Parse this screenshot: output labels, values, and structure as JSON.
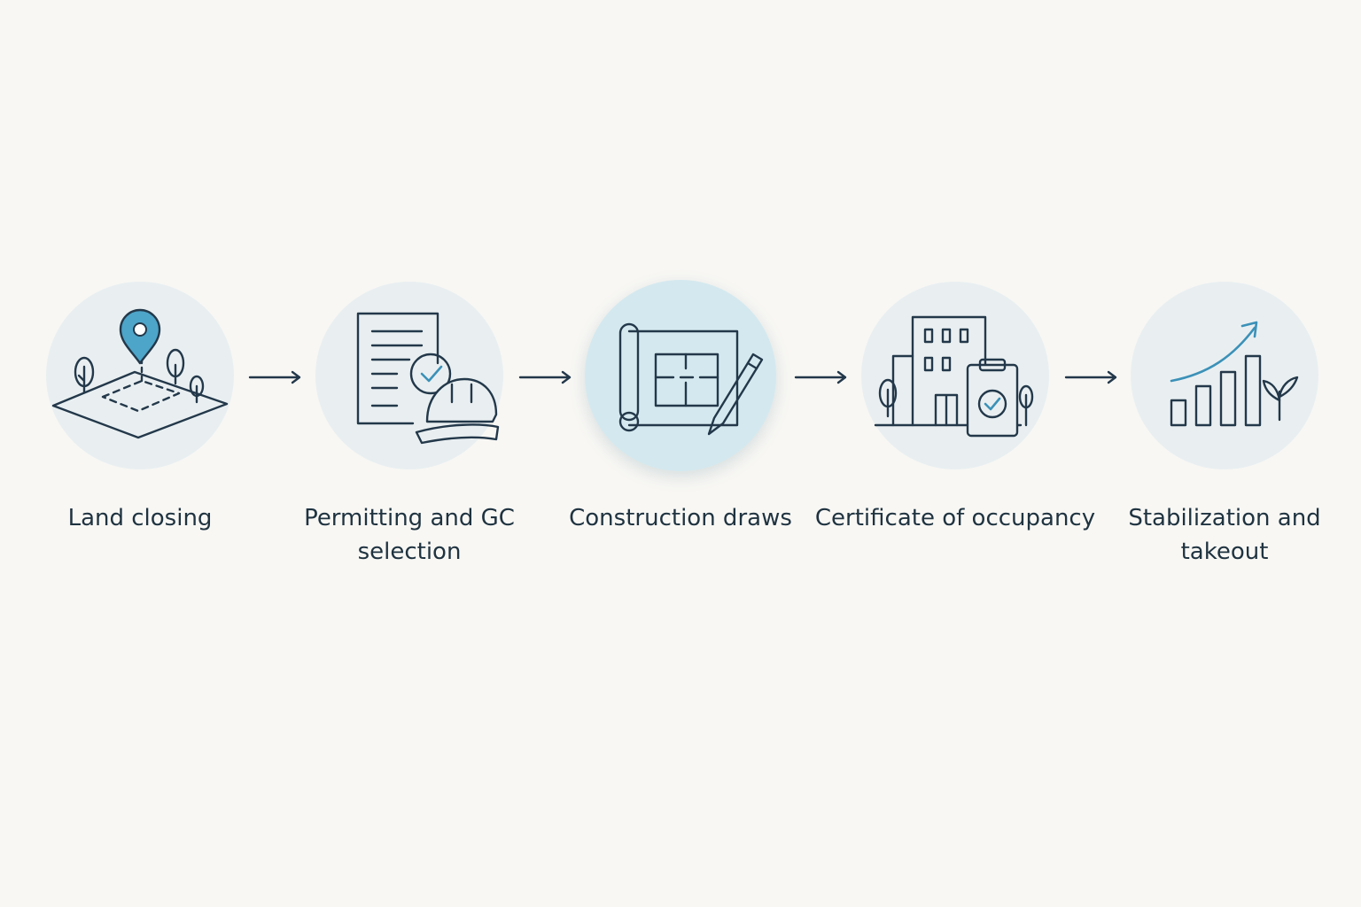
{
  "steps": [
    {
      "label": "Land closing",
      "icon": "land-parcel-map-pin-icon"
    },
    {
      "label": "Permitting and GC selection",
      "icon": "permit-document-hardhat-icon"
    },
    {
      "label": "Construction draws",
      "icon": "blueprint-pencil-icon",
      "highlighted": true
    },
    {
      "label": "Certificate of occupancy",
      "icon": "building-clipboard-check-icon"
    },
    {
      "label": "Stabilization and takeout",
      "icon": "growth-bar-chart-icon"
    }
  ],
  "colors": {
    "background": "#f8f7f4",
    "circle": "#e9eff1",
    "circle_highlight": "#d4e9ef",
    "line": "#23384a",
    "accent": "#3b91b8",
    "text": "#1f3340"
  }
}
